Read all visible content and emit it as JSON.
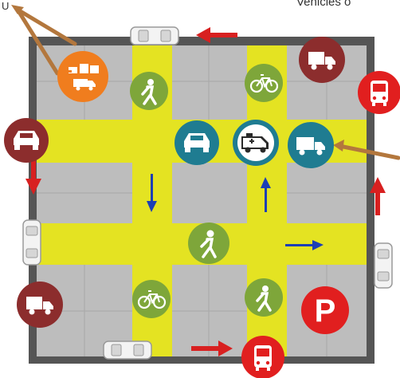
{
  "labels": {
    "left_partial": "U",
    "top_right_partial": "Vehicles o"
  },
  "colors": {
    "outer_wall": "#555555",
    "inner_block": "#bdbdbd",
    "road_yellow": "#e4e322",
    "pedestrian_green": "#7ea63a",
    "vehicle_teal": "#1f7c91",
    "bus_red": "#e11f1f",
    "dark_red": "#8c2d2d",
    "orange": "#f07d1e",
    "arrow_red": "#d82020",
    "arrow_blue": "#1c3fb5",
    "pointer_brown": "#b3773d"
  },
  "icons": [
    "truck-icon",
    "bus-icon",
    "car-icon",
    "pedestrian-icon",
    "bicycle-icon",
    "ambulance-icon",
    "parking-icon",
    "delivery-icon",
    "parked-car-icon"
  ],
  "parking_symbol": "P"
}
